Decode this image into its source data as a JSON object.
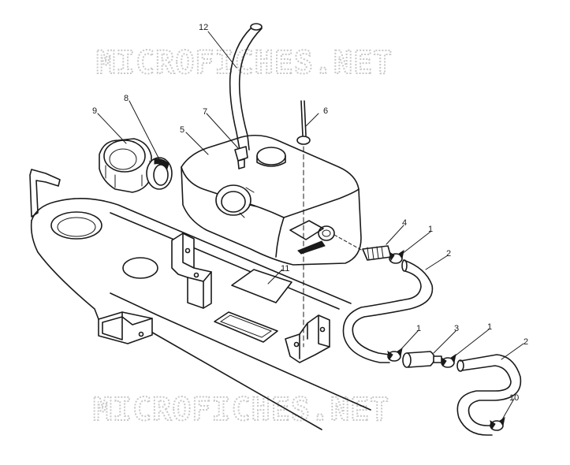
{
  "watermark": {
    "top_text": "MICROFICHES.NET",
    "bottom_text": "MICROFICHES.NET",
    "color": "#c8c8c8"
  },
  "callouts": {
    "c12": "12",
    "c9": "9",
    "c8": "8",
    "c7": "7",
    "c5": "5",
    "c6": "6",
    "c4": "4",
    "c1a": "1",
    "c2a": "2",
    "c11": "11",
    "c1b": "1",
    "c3": "3",
    "c1c": "1",
    "c2b": "2",
    "c10": "10"
  },
  "colors": {
    "ink": "#1a1a1a",
    "paper": "#ffffff"
  }
}
